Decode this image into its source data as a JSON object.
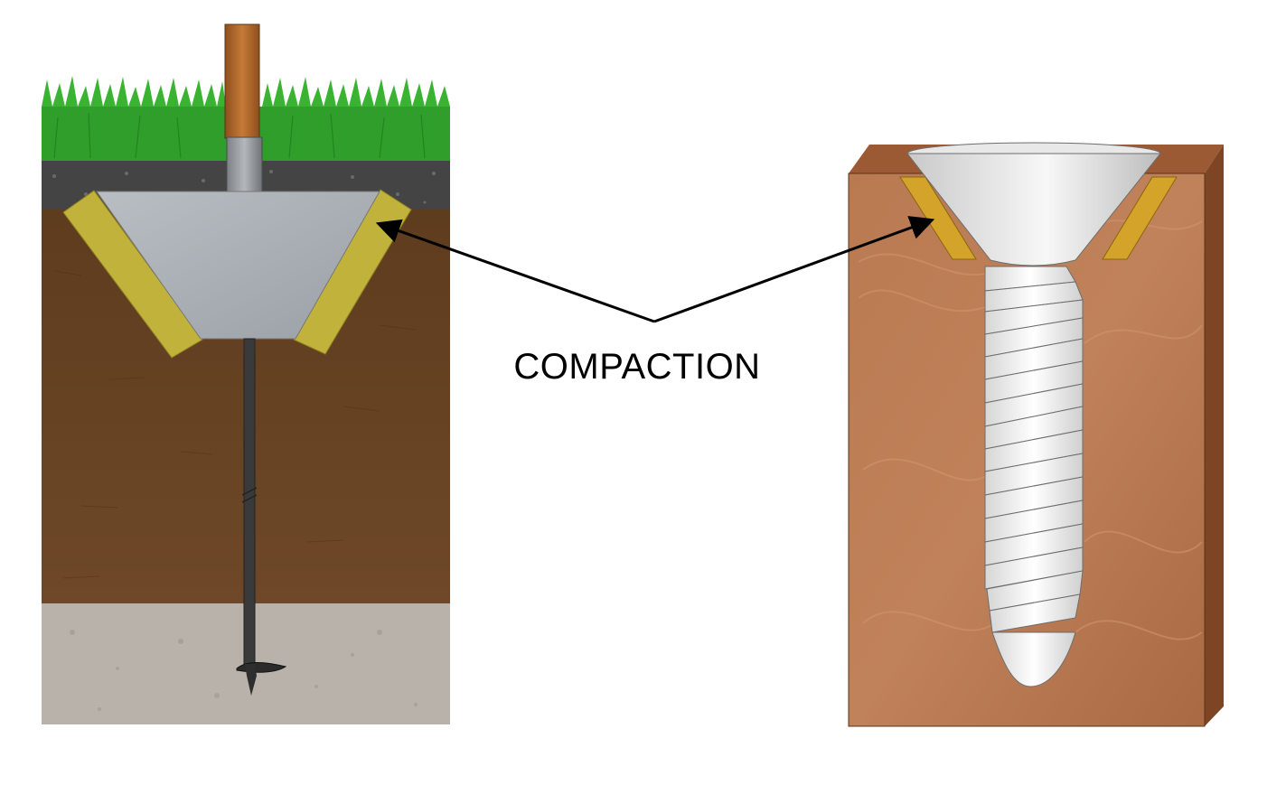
{
  "diagram": {
    "callout_label": "COMPACTION",
    "left_panel": {
      "subject": "ground-screw-post-foundation",
      "layers": [
        "grass",
        "gravel",
        "topsoil",
        "subsoil"
      ],
      "colors": {
        "grass": "#2f9e2a",
        "gravel": "#4a4a4a",
        "topsoil": "#6b4524",
        "subsoil": "#b8b2aa",
        "compaction": "#c1b23c",
        "screw_head": "#a8adb2",
        "post": "#b86a2a"
      }
    },
    "right_panel": {
      "subject": "countersunk-wood-screw",
      "colors": {
        "wood": "#b5714a",
        "compaction": "#d4a32a",
        "screw": "#efefef"
      }
    },
    "arrow_color": "#000000"
  }
}
